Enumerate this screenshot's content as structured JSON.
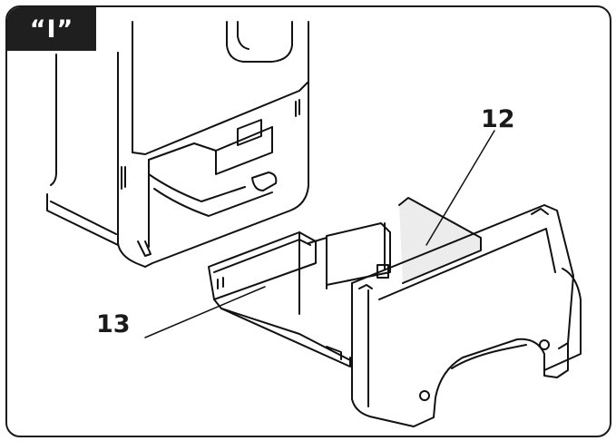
{
  "figure": {
    "step_label": "“I”",
    "callouts": {
      "part_12": "12",
      "part_13": "13"
    },
    "colors": {
      "line": "#111111",
      "shade": "#ececec",
      "label_bg": "#1f1f1f",
      "label_text": "#ffffff"
    }
  }
}
